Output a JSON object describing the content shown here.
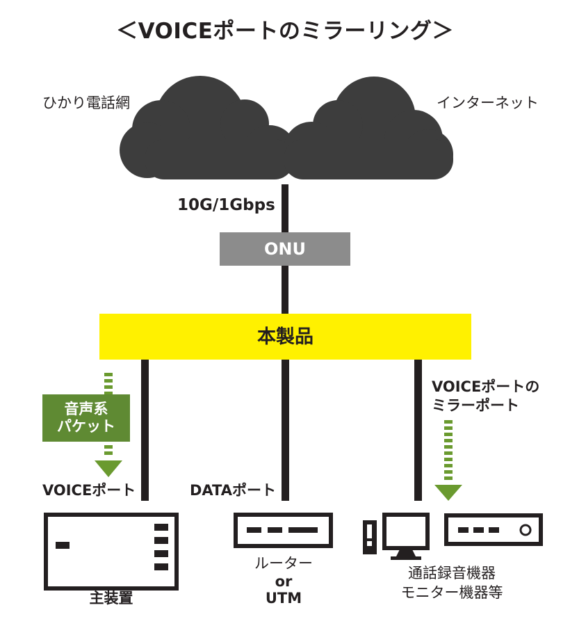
{
  "title": "＜VOICEポートのミラーリング＞",
  "network": {
    "left_cloud_label": "ひかり電話網",
    "right_cloud_label": "インターネット",
    "speed_label": "10G/1Gbps"
  },
  "onu": {
    "label": "ONU"
  },
  "product": {
    "label": "本製品"
  },
  "packet": {
    "line1": "音声系",
    "line2": "パケット"
  },
  "mirror": {
    "line1": "VOICEポートの",
    "line2": "ミラーポート"
  },
  "ports": {
    "voice": "VOICEポート",
    "data": "DATAポート"
  },
  "devices": {
    "main_unit": "主装置",
    "router_line1": "ルーター",
    "router_line2": "or",
    "router_line3": "UTM",
    "recorder_line1": "通話録音機器",
    "recorder_line2": "モニター機器等"
  },
  "colors": {
    "cloud": "#3d3d3d",
    "onu": "#8c8c8c",
    "product": "#fff100",
    "packet_green": "#5f8a33",
    "arrow_green": "#6a9a2f",
    "line": "#231f20"
  }
}
